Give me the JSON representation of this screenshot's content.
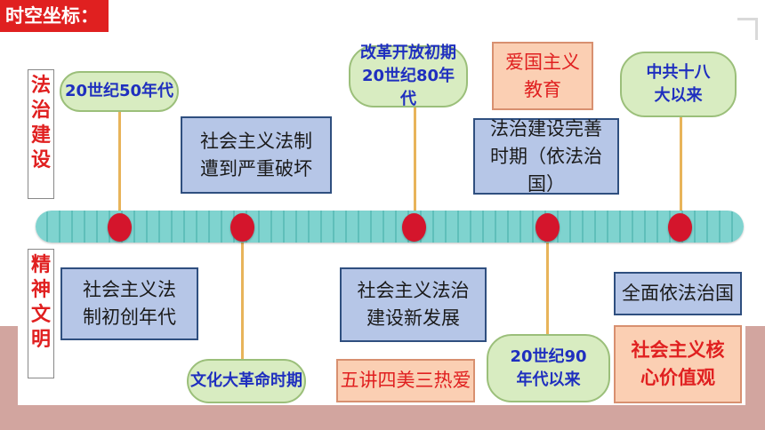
{
  "header": {
    "title": "时空坐标："
  },
  "sides": {
    "top": "法治建设",
    "bottom": "精神文明"
  },
  "upper": {
    "oval_50s": "20世纪50年代",
    "box_destroyed": "社会主义法制遭到严重破坏",
    "oval_80s": "改革开放初期20世纪80年代",
    "box_patriotic": "爱国主义教育",
    "box_perfect": "法治建设完善时期（依法治国）",
    "oval_18th": "中共十八大以来"
  },
  "lower": {
    "box_founding": "社会主义法制初创年代",
    "oval_culturalrev": "文化大革命时期",
    "box_newdev": "社会主义法治建设新发展",
    "box_fivefour": "五讲四美三热爱",
    "oval_90s": "20世纪90年代以来",
    "box_rulelaw": "全面依法治国",
    "box_core": "社会主义核心价值观"
  }
}
